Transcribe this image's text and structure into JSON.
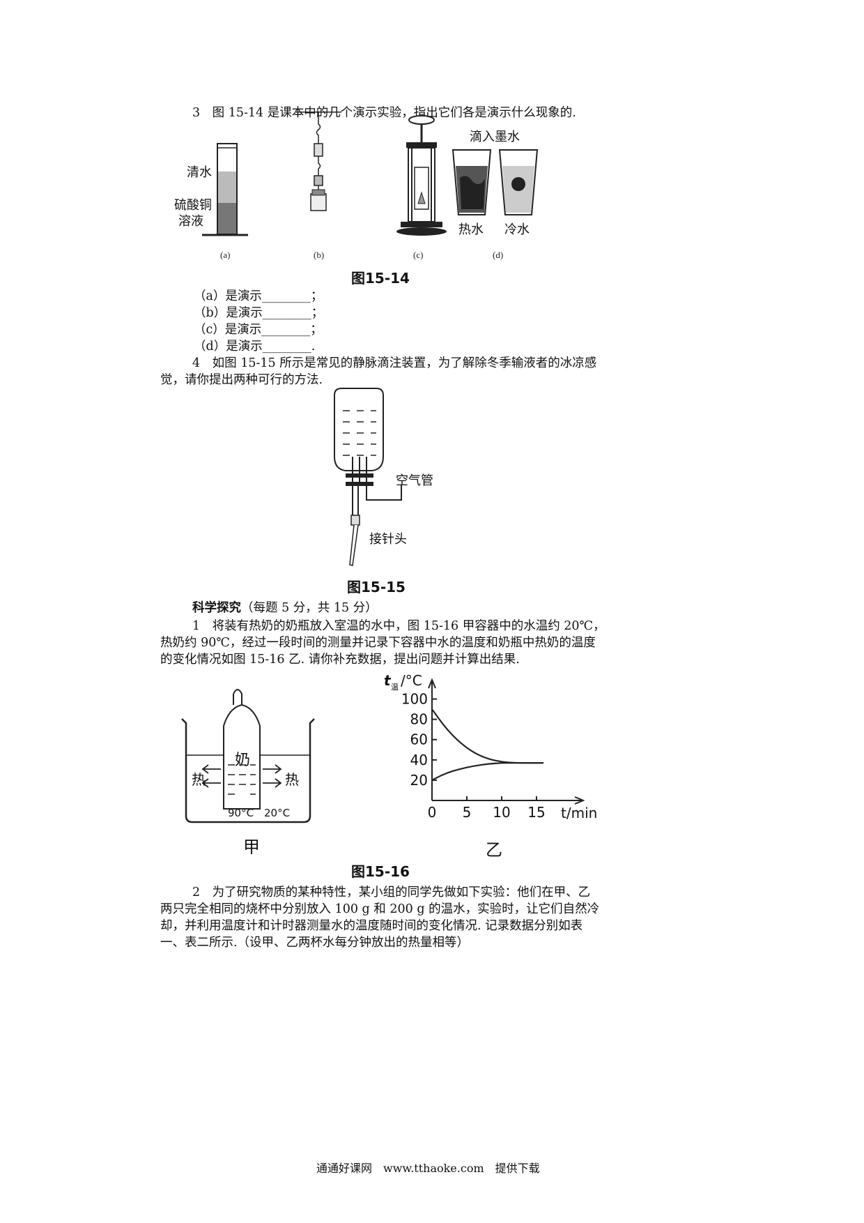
{
  "q3": {
    "text": "3　图 15-14 是课本中的几个演示实验，指出它们各是演示什么现象的.",
    "fig": {
      "label_water": "清水",
      "label_cuso4_1": "硫酸铜",
      "label_cuso4_2": "溶液",
      "label_ink": "滴入墨水",
      "label_hot": "热水",
      "label_cold": "冷水",
      "sub_a": "(a)",
      "sub_b": "(b)",
      "sub_c": "(c)",
      "sub_d": "(d)"
    },
    "caption": "图15-14",
    "answers": [
      "（a）是演示________；",
      "（b）是演示________；",
      "（c）是演示________；",
      "（d）是演示________."
    ]
  },
  "q4": {
    "line1": "4　如图 15-15 所示是常见的静脉滴注装置，为了解除冬季输液者的冰凉感",
    "line2": "觉，请你提出两种可行的方法.",
    "fig": {
      "label_air": "空气管",
      "label_needle": "接针头"
    },
    "caption": "图15-15"
  },
  "section": {
    "title": "科学探究",
    "note": "（每题 5 分，共 15 分）"
  },
  "s1": {
    "line1": "1　将装有热奶的奶瓶放入室温的水中，图 15-16 甲容器中的水温约 20℃，",
    "line2": "热奶约 90℃，经过一段时间的测量并记录下容器中水的温度和奶瓶中热奶的温度",
    "line3": "的变化情况如图 15-16 乙. 请你补充数据，提出问题并计算出结果.",
    "fig_left": {
      "label_milk": "奶",
      "label_heat_left": "热",
      "label_heat_right": "热",
      "label_90": "90°C",
      "label_20": "20°C",
      "sub": "甲"
    },
    "caption": "图15-16"
  },
  "chart_data": {
    "type": "line",
    "title": "",
    "ylabel_t": "t",
    "ylabel_sub": "温",
    "ylabel_unit": "/°C",
    "xlabel": "t/min",
    "sub": "乙",
    "xlim": [
      0,
      20
    ],
    "ylim": [
      0,
      110
    ],
    "xticks": [
      0,
      5,
      10,
      15
    ],
    "yticks": [
      20,
      40,
      60,
      80,
      100
    ],
    "series": [
      {
        "x": [
          0,
          2,
          4,
          6,
          8,
          10,
          12,
          14,
          16
        ],
        "y": [
          90,
          71,
          57,
          47,
          41,
          38,
          37,
          37,
          37
        ]
      },
      {
        "x": [
          0,
          2,
          4,
          6,
          8,
          10,
          12,
          14,
          16
        ],
        "y": [
          20,
          27,
          31,
          34,
          36,
          37,
          37,
          37,
          37
        ]
      }
    ]
  },
  "s2": {
    "line1": "2　为了研究物质的某种特性，某小组的同学先做如下实验：他们在甲、乙",
    "line2": "两只完全相同的烧杯中分别放入 100 g 和 200 g 的温水，实验时，让它们自然冷",
    "line3": "却，并利用温度计和计时器测量水的温度随时间的变化情况. 记录数据分别如表",
    "line4": "一、表二所示.（设甲、乙两杯水每分钟放出的热量相等）"
  },
  "footer": "通通好课网　www.tthaoke.com　提供下载"
}
